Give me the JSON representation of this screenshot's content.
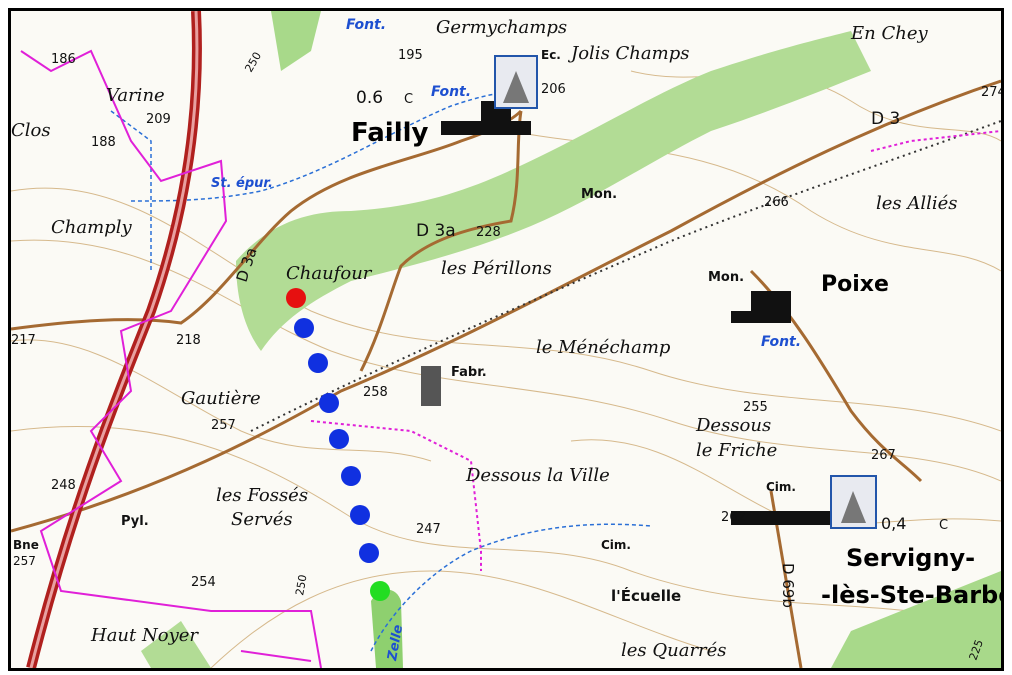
{
  "towns": [
    {
      "name": "Failly"
    },
    {
      "name": "Poixe"
    },
    {
      "name": "Servigny-"
    },
    {
      "name": "-lès-Ste-Barbe"
    }
  ],
  "places": [
    {
      "name": "Germychamps"
    },
    {
      "name": "Jolis Champs"
    },
    {
      "name": "En Chey"
    },
    {
      "name": "Varine"
    },
    {
      "name": "Clos"
    },
    {
      "name": "Champly"
    },
    {
      "name": "Chaufour"
    },
    {
      "name": "les Périllons"
    },
    {
      "name": "les Alliés"
    },
    {
      "name": "le Ménéchamp"
    },
    {
      "name": "Gautière"
    },
    {
      "name": "Dessous"
    },
    {
      "name": "le Friche"
    },
    {
      "name": "Dessous la Ville"
    },
    {
      "name": "les Fossés"
    },
    {
      "name": "Servés"
    },
    {
      "name": "Haut Noyer"
    },
    {
      "name": "les Quarrés"
    },
    {
      "name": "l'Écuelle"
    }
  ],
  "abbreviations": [
    {
      "text": "Ec."
    },
    {
      "text": "Mon."
    },
    {
      "text": "Mon."
    },
    {
      "text": "Fabr."
    },
    {
      "text": "Cim."
    },
    {
      "text": "Cim."
    },
    {
      "text": "Pyl."
    },
    {
      "text": "Bne"
    }
  ],
  "water_labels": [
    {
      "text": "Font."
    },
    {
      "text": "Font."
    },
    {
      "text": "Font."
    },
    {
      "text": "St. épur."
    },
    {
      "text": "Zelle"
    }
  ],
  "roads": [
    {
      "text": "D 3"
    },
    {
      "text": "D 3a"
    },
    {
      "text": "D 3a"
    },
    {
      "text": "D 69b"
    }
  ],
  "elevations": [
    "186",
    "209",
    "188",
    "195",
    "206",
    "0.6",
    "228",
    "266",
    "274",
    "218",
    "217",
    "258",
    "257",
    "255",
    "267",
    "248",
    "257",
    "247",
    "254",
    "262",
    "0,4",
    "C",
    "C",
    "250",
    "250",
    "225"
  ],
  "markers": {
    "start_color": "#e61010",
    "path_color": "#1030e0",
    "end_color": "#22dd22",
    "points": [
      {
        "type": "start"
      },
      {
        "type": "path"
      },
      {
        "type": "path"
      },
      {
        "type": "path"
      },
      {
        "type": "path"
      },
      {
        "type": "path"
      },
      {
        "type": "path"
      },
      {
        "type": "path"
      },
      {
        "type": "end"
      }
    ]
  },
  "colors": {
    "forest": "#a8d98a",
    "forest_dark": "#6fbf5a",
    "road_main": "#b0201e",
    "road_secondary": "#a56a32",
    "boundary": "#e020d8",
    "water": "#2a6fd6",
    "contour": "#c9a878",
    "building": "#111111"
  }
}
